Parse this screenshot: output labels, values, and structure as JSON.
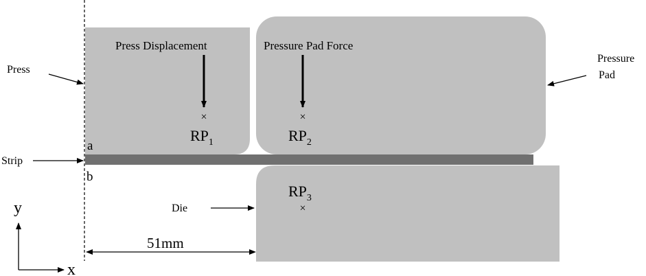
{
  "labels": {
    "press": "Press",
    "pressure_pad_1": "Pressure",
    "pressure_pad_2": "Pad",
    "strip": "Strip",
    "die": "Die",
    "press_displacement": "Press Displacement",
    "pressure_pad_force": "Pressure Pad Force",
    "point_a": "a",
    "point_b": "b",
    "dimension": "51mm",
    "axis_y": "y",
    "axis_x": "x"
  },
  "reference_points": [
    {
      "base": "RP",
      "sub": "1"
    },
    {
      "base": "RP",
      "sub": "2"
    },
    {
      "base": "RP",
      "sub": "3"
    }
  ],
  "markers": {
    "rp1": "×",
    "rp2": "×",
    "rp3": "×"
  },
  "colors": {
    "body_fill": "#c0c0c0",
    "strip_fill": "#707070",
    "line": "#000000",
    "background": "#ffffff"
  }
}
